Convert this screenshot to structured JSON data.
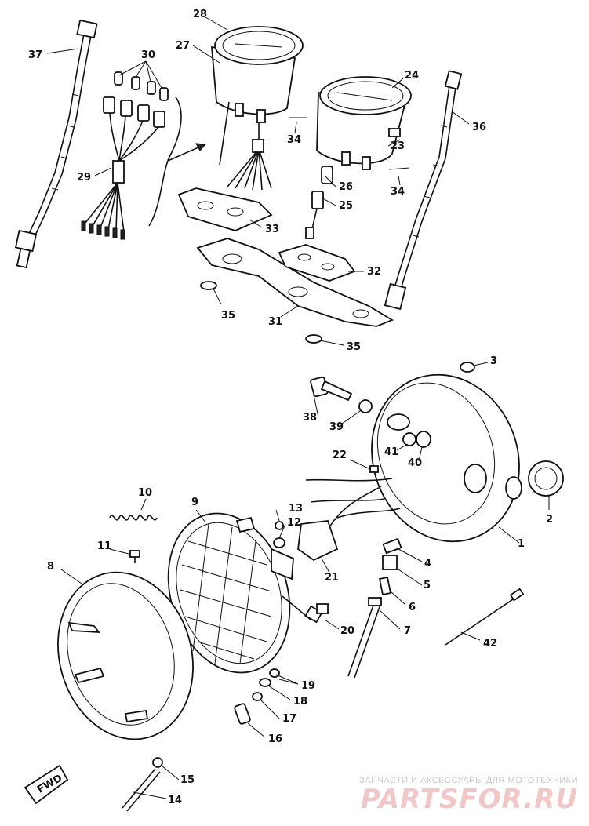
{
  "callouts": [
    "1",
    "2",
    "3",
    "4",
    "5",
    "6",
    "7",
    "8",
    "9",
    "10",
    "11",
    "12",
    "13",
    "14",
    "15",
    "16",
    "17",
    "18",
    "19",
    "20",
    "21",
    "22",
    "23",
    "24",
    "25",
    "26",
    "27",
    "28",
    "29",
    "30",
    "31",
    "32",
    "33",
    "34",
    "34",
    "35",
    "35",
    "36",
    "37",
    "38",
    "39",
    "40",
    "41",
    "42"
  ],
  "fwd_label": "FWD",
  "watermark": {
    "caption": "ЗАПЧАСТИ И АКСЕССУАРЫ ДЛЯ МОТОТЕХНИКИ",
    "logo": "PARTSFOR.RU"
  }
}
